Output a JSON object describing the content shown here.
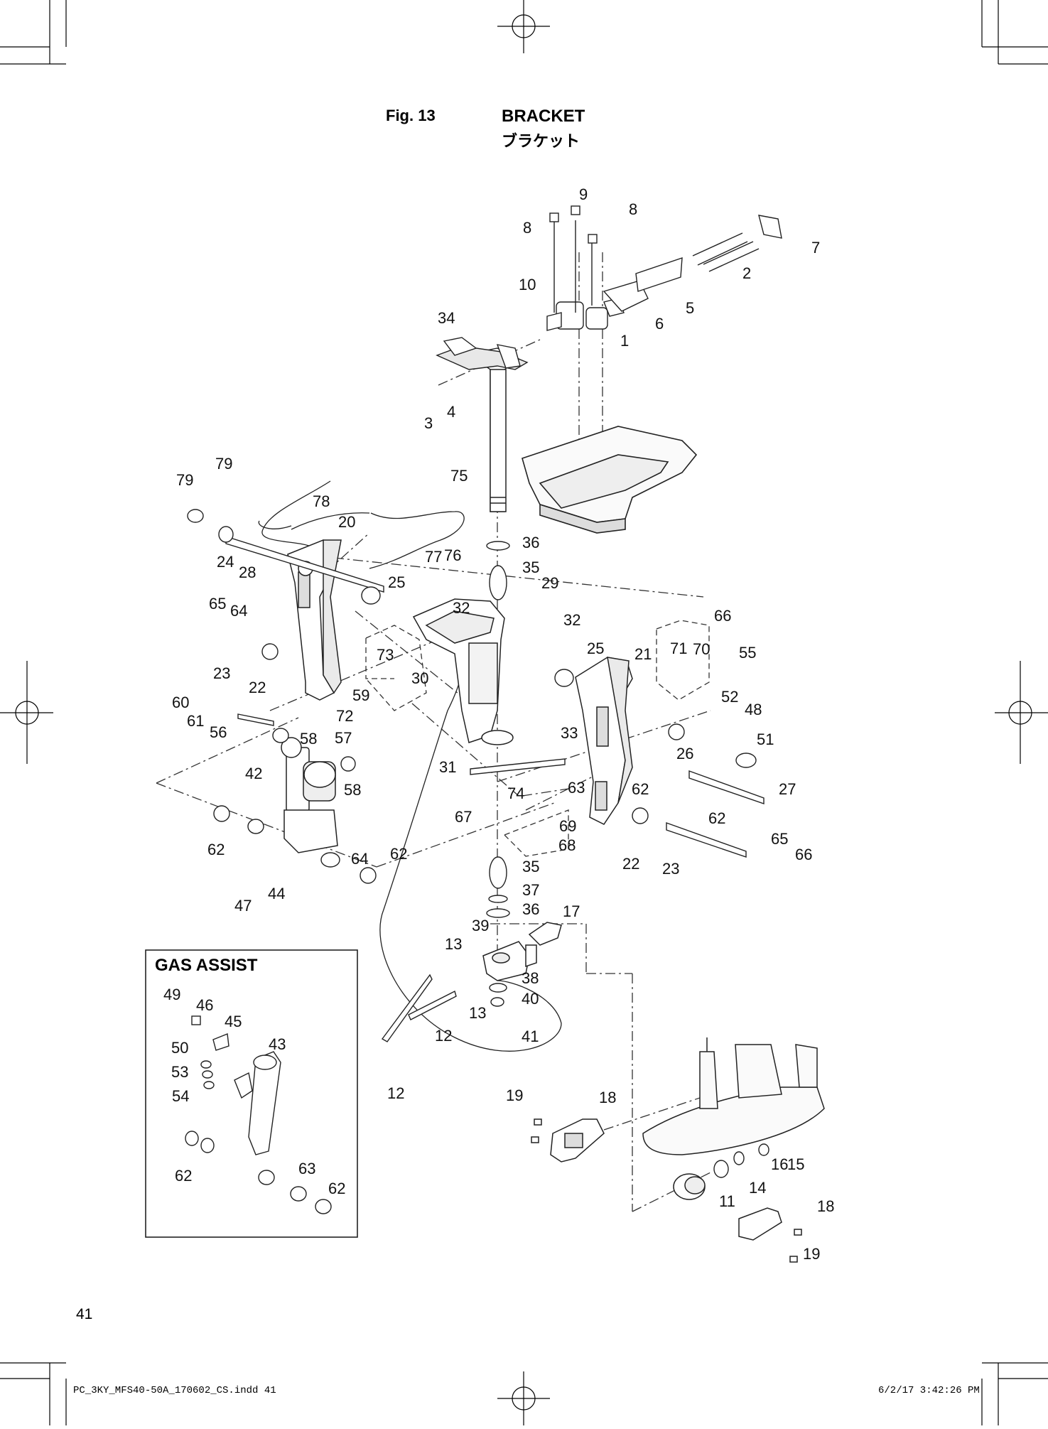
{
  "figure": {
    "number": "Fig. 13",
    "title": "BRACKET",
    "subtitle": "ブラケット"
  },
  "inset": {
    "title": "GAS ASSIST",
    "labels": [
      "49",
      "46",
      "45",
      "50",
      "43",
      "53",
      "54",
      "62",
      "63",
      "62"
    ]
  },
  "callouts": [
    "1",
    "2",
    "3",
    "4",
    "5",
    "6",
    "7",
    "8",
    "8",
    "9",
    "10",
    "11",
    "12",
    "12",
    "13",
    "13",
    "14",
    "15",
    "16",
    "17",
    "18",
    "18",
    "19",
    "19",
    "20",
    "21",
    "22",
    "22",
    "23",
    "23",
    "24",
    "25",
    "25",
    "26",
    "27",
    "28",
    "29",
    "30",
    "31",
    "32",
    "32",
    "33",
    "34",
    "35",
    "35",
    "36",
    "36",
    "37",
    "38",
    "39",
    "40",
    "41",
    "42",
    "44",
    "47",
    "48",
    "51",
    "52",
    "55",
    "56",
    "57",
    "58",
    "58",
    "59",
    "60",
    "61",
    "62",
    "62",
    "62",
    "62",
    "63",
    "64",
    "64",
    "65",
    "65",
    "66",
    "66",
    "67",
    "68",
    "69",
    "70",
    "71",
    "72",
    "73",
    "74",
    "75",
    "76",
    "77",
    "78",
    "79",
    "79"
  ],
  "page_number": "41",
  "footer": {
    "file": "PC_3KY_MFS40-50A_170602_CS.indd   41",
    "timestamp": "6/2/17   3:42:26 PM"
  }
}
